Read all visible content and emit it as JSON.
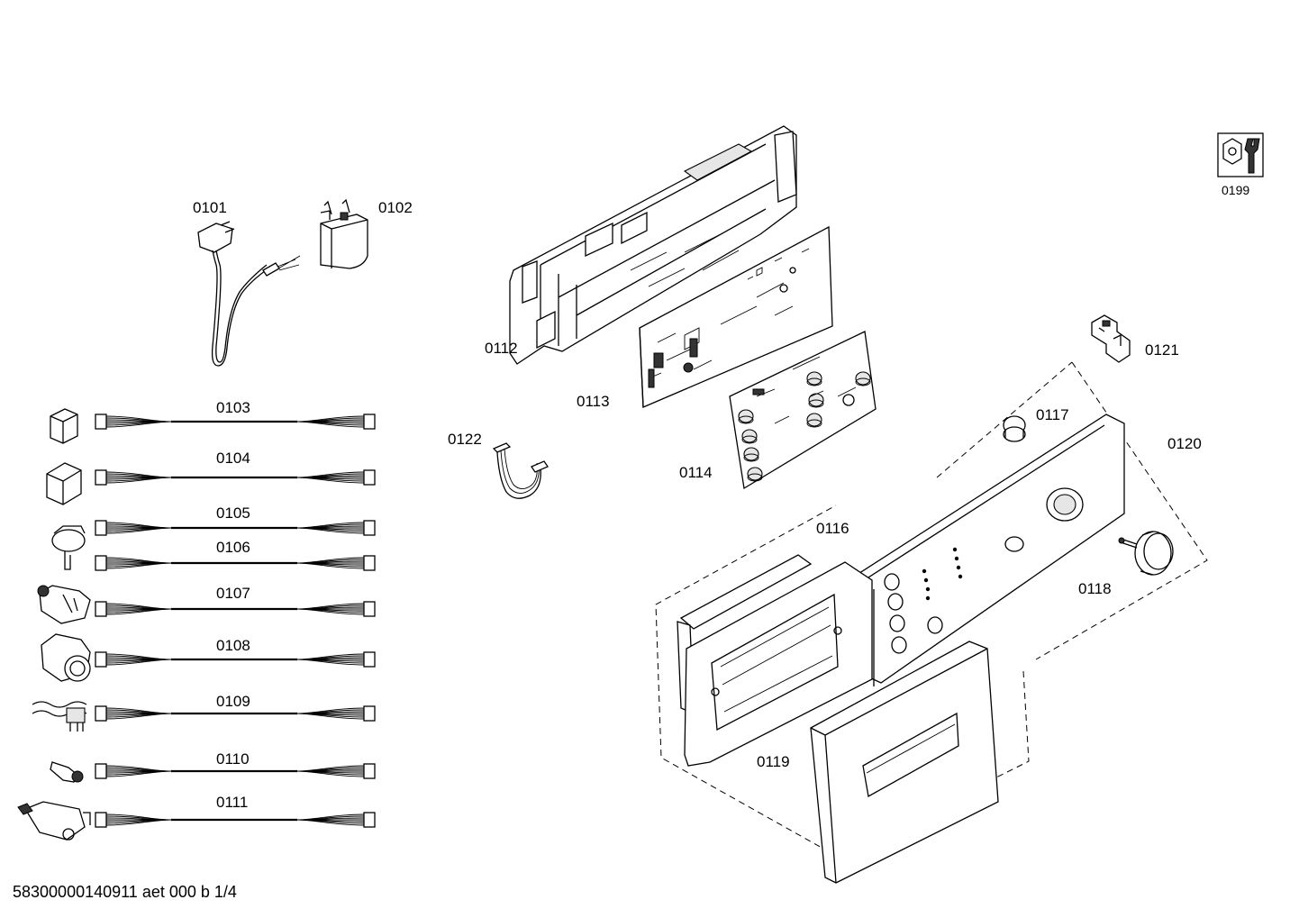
{
  "parts": {
    "p0101": "0101",
    "p0102": "0102",
    "p0103": "0103",
    "p0104": "0104",
    "p0105": "0105",
    "p0106": "0106",
    "p0107": "0107",
    "p0108": "0108",
    "p0109": "0109",
    "p0110": "0110",
    "p0111": "0111",
    "p0112": "0112",
    "p0113": "0113",
    "p0114": "0114",
    "p0116": "0116",
    "p0117": "0117",
    "p0118": "0118",
    "p0119": "0119",
    "p0120": "0120",
    "p0121": "0121",
    "p0122": "0122",
    "p0199": "0199"
  },
  "document_code": "58300000140911 aet 000 b 1/4",
  "icons": {
    "service_tool": "nut-and-wrench-icon"
  }
}
